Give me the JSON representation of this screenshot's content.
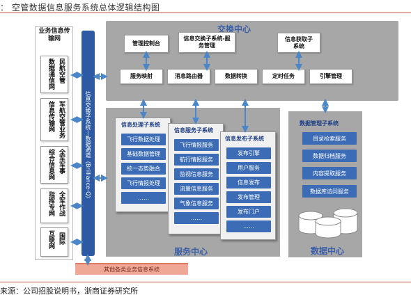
{
  "figure_title": "：  空管数据信息服务系统总体逻辑结构图",
  "source_note": "来源：公司招股说明书，浙商证券研究所",
  "networks": {
    "title": "业务信息传输网",
    "items": [
      {
        "left": "数据通信网",
        "right": "民航空管"
      },
      {
        "left": "信息传输网",
        "right": "军航空管业务"
      },
      {
        "left": "综合信息网",
        "right": "全军军事"
      },
      {
        "left": "指挥专网",
        "right": "全军作战"
      },
      {
        "left": "互联网",
        "right": "国际"
      }
    ]
  },
  "bus_label": "信息交换子系统—数据通道（Brilliance-Q）",
  "exchange_center": {
    "label": "交换中心",
    "top_boxes": [
      "管理控制台",
      "信息交换子系统-服务管理",
      "信息获取子系统"
    ],
    "row_boxes": [
      "服务映射",
      "消息路由器",
      "数据转换",
      "定时任务",
      "引擎管理"
    ]
  },
  "service_center": {
    "label": "服务中心",
    "processing": {
      "title": "信息处理子系统",
      "items": [
        "飞行数据处理",
        "基础数据管理",
        "统一态势融合",
        "飞行情报处理",
        "……"
      ]
    },
    "service": {
      "title": "信息服务子系统",
      "items": [
        "飞行情报服务",
        "航行情报服务",
        "监视信息服务",
        "流量信息服务",
        "气象信息服务",
        "……"
      ]
    },
    "publishing": {
      "title": "信息发布子系统",
      "items": [
        "发布引擎",
        "用户服务",
        "信息发布",
        "发布管理",
        "发布门户",
        "……"
      ]
    }
  },
  "data_center": {
    "label": "数据中心",
    "title": "数据管理子系统",
    "items": [
      "目录检索服务",
      "数据归档服务",
      "内容提取服务",
      "数据库访问服务"
    ]
  },
  "bottom_bar": "其他各类业务信息系统",
  "colors": {
    "bus": "#2e5aa4",
    "item": "#3b6cb5",
    "panel": "#a7a7a7",
    "rule": "#c0504d",
    "arrow": "#4a86c8"
  }
}
